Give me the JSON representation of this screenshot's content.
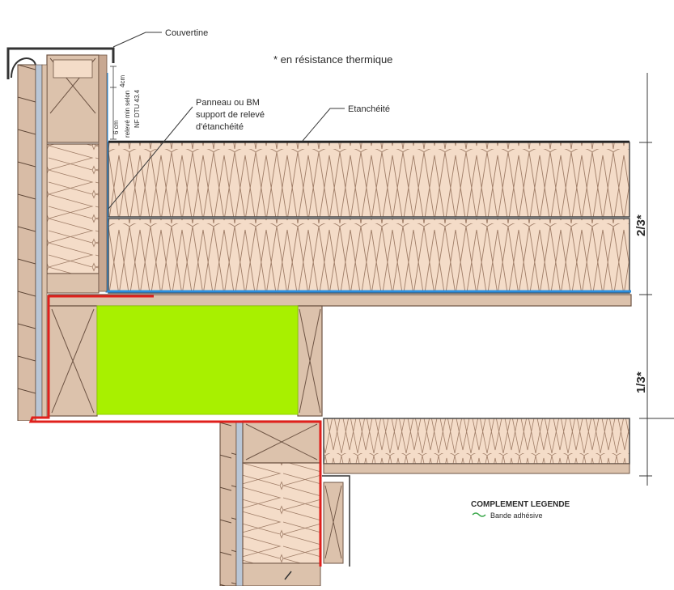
{
  "labels": {
    "couvertine": "Couvertine",
    "note": "* en résistance thermique",
    "panneau_line1": "Panneau ou BM",
    "panneau_line2": "support de relevé",
    "panneau_line3": "d'étanchéité",
    "etancheite": "Etanchéité",
    "releve_line1": "relevé min selon",
    "releve_line2": "NF DTU 43.4",
    "dim_4cm": "4cm",
    "dim_6cm": "6 cm",
    "dim_two_thirds": "2/3*",
    "dim_one_third": "1/3*",
    "legend_title": "COMPLEMENT LEGENDE",
    "legend_item": "Bande adhésive"
  },
  "colors": {
    "insulation_fill": "#f4dcc8",
    "insulation_stroke": "#a07e68",
    "timber_fill": "#dcc2ac",
    "timber_stroke": "#6e5444",
    "membrane_blue": "#2a8fe0",
    "highlight_red": "#e0201c",
    "highlight_green": "#a8f000",
    "legend_green": "#3aa84a",
    "line": "#3a3a3a"
  }
}
